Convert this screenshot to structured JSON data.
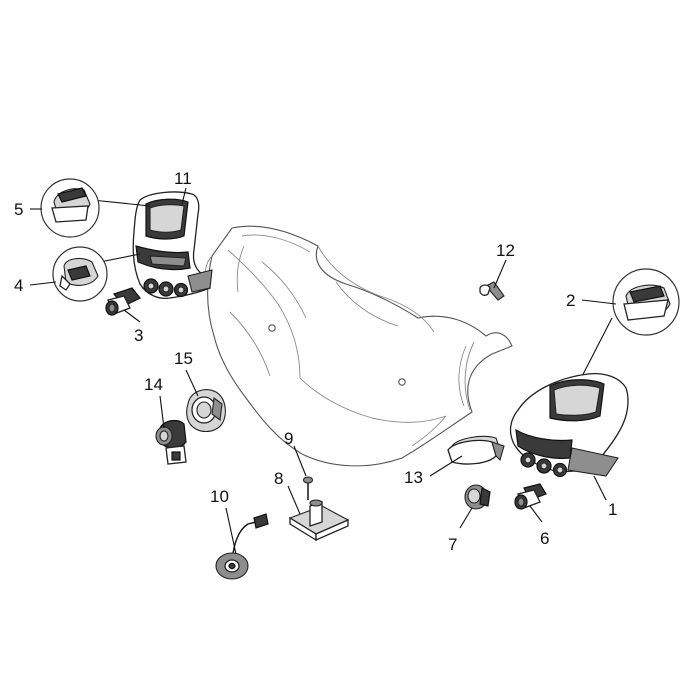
{
  "diagram": {
    "colors": {
      "line": "#222222",
      "dark_fill": "#3a3a3a",
      "mid_fill": "#8e8e8e",
      "light_fill": "#d6d6d6",
      "background": "#ffffff"
    },
    "callouts": {
      "c1": "1",
      "c2": "2",
      "c3": "3",
      "c4": "4",
      "c5": "5",
      "c6": "6",
      "c7": "7",
      "c8": "8",
      "c9": "9",
      "c10": "10",
      "c11": "11",
      "c12": "12",
      "c13": "13",
      "c14": "14",
      "c15": "15"
    }
  }
}
